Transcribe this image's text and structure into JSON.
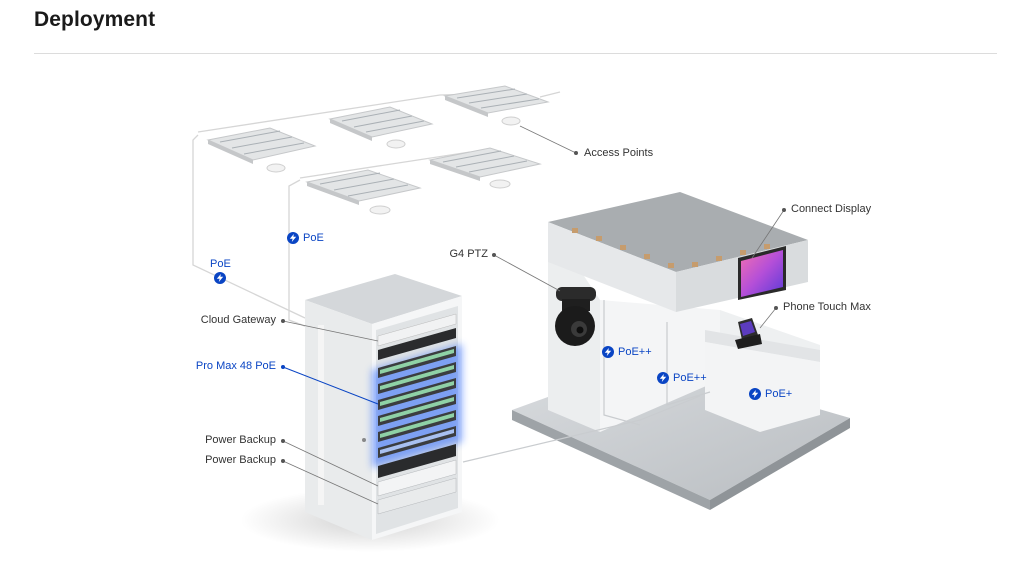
{
  "heading": "Deployment",
  "labels": {
    "access_points": "Access Points",
    "connect_display": "Connect Display",
    "g4_ptz": "G4 PTZ",
    "phone_touch_max": "Phone Touch Max",
    "cloud_gateway": "Cloud Gateway",
    "pro_max_48_poe": "Pro Max 48 PoE",
    "power_backup_1": "Power Backup",
    "power_backup_2": "Power Backup"
  },
  "badges": {
    "poe_left": "PoE",
    "poe_mid": "PoE",
    "poe_pp_1": "PoE++",
    "poe_pp_2": "PoE++",
    "poe_plus": "PoE+"
  },
  "colors": {
    "accent_blue": "#0a45c4",
    "rack_glow": "#2f6bff"
  },
  "icons": {
    "poe_badge": "lightning-bolt-icon"
  }
}
